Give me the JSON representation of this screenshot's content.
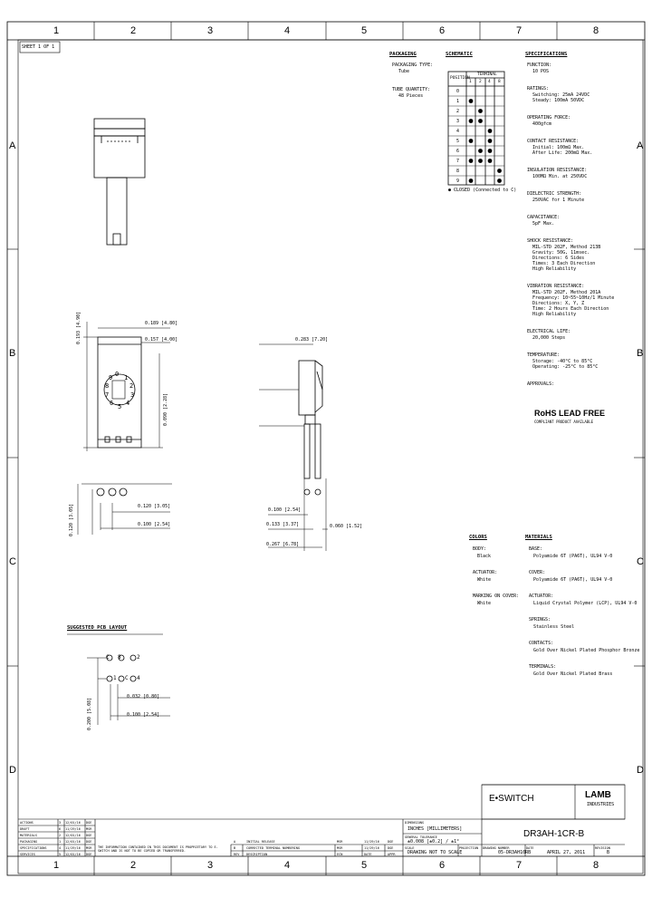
{
  "border": {
    "columns": [
      "1",
      "2",
      "3",
      "4",
      "5",
      "6",
      "7",
      "8"
    ],
    "rows": [
      "A",
      "B",
      "C",
      "D"
    ]
  },
  "sheet": "SHEET 1 OF 1",
  "packaging": {
    "heading": "PACKAGING",
    "type_label": "PACKAGING TYPE:",
    "type_value": "Tube",
    "qty_label": "TUBE QUANTITY:",
    "qty_value": "48 Pieces"
  },
  "schematic": {
    "heading": "SCHEMATIC",
    "position_label": "POSITION",
    "terminal_label": "TERMINAL",
    "terminals": [
      "1",
      "2",
      "4",
      "8"
    ],
    "rows": [
      {
        "pos": "0",
        "dots": [
          0,
          0,
          0,
          0
        ]
      },
      {
        "pos": "1",
        "dots": [
          1,
          0,
          0,
          0
        ]
      },
      {
        "pos": "2",
        "dots": [
          0,
          1,
          0,
          0
        ]
      },
      {
        "pos": "3",
        "dots": [
          1,
          1,
          0,
          0
        ]
      },
      {
        "pos": "4",
        "dots": [
          0,
          0,
          1,
          0
        ]
      },
      {
        "pos": "5",
        "dots": [
          1,
          0,
          1,
          0
        ]
      },
      {
        "pos": "6",
        "dots": [
          0,
          1,
          1,
          0
        ]
      },
      {
        "pos": "7",
        "dots": [
          1,
          1,
          1,
          0
        ]
      },
      {
        "pos": "8",
        "dots": [
          0,
          0,
          0,
          1
        ]
      },
      {
        "pos": "9",
        "dots": [
          1,
          0,
          0,
          1
        ]
      }
    ],
    "note": "● CLOSED (Connected to C)"
  },
  "specifications": {
    "heading": "SPECIFICATIONS",
    "items": [
      {
        "label": "FUNCTION:",
        "lines": [
          "10 POS"
        ]
      },
      {
        "label": "RATINGS:",
        "lines": [
          "Switching: 25mA 24VDC",
          "Steady: 100mA 50VDC"
        ]
      },
      {
        "label": "OPERATING FORCE:",
        "lines": [
          "400gfcm"
        ]
      },
      {
        "label": "CONTACT RESISTANCE:",
        "lines": [
          "Initial: 100mΩ Max.",
          "After Life: 200mΩ Max."
        ]
      },
      {
        "label": "INSULATION RESISTANCE:",
        "lines": [
          "100MΩ Min. at 250VDC"
        ]
      },
      {
        "label": "DIELECTRIC STRENGTH:",
        "lines": [
          "250VAC for 1 Minute"
        ]
      },
      {
        "label": "CAPACITANCE:",
        "lines": [
          "5pF Max."
        ]
      },
      {
        "label": "SHOCK RESISTANCE:",
        "lines": [
          "MIL-STD 202F, Method 213B",
          "Gravity: 50G, 11msec.",
          "Directions: 6 Sides",
          "Times: 3 Each Direction",
          "High Reliability"
        ]
      },
      {
        "label": "VIBRATION RESISTANCE:",
        "lines": [
          "MIL-STD 202F, Method 201A",
          "Frequency: 10~55~10Hz/1 Minute",
          "Directions: X, Y, Z",
          "Time: 2 Hours Each Direction",
          "High Reliability"
        ]
      },
      {
        "label": "ELECTRICAL LIFE:",
        "lines": [
          "20,000 Steps"
        ]
      },
      {
        "label": "TEMPERATURE:",
        "lines": [
          "Storage: -40°C to 85°C",
          "Operating: -25°C to 85°C"
        ]
      },
      {
        "label": "APPROVALS:",
        "lines": []
      }
    ],
    "rohs": "RoHS",
    "leadfree": "LEAD FREE",
    "compliant": "COMPLIANT   PRODUCT AVAILABLE"
  },
  "dimensions": {
    "top_w1": "0.189 [4.80]",
    "top_w2": "0.157 [4.00]",
    "left_h": "0.193 [4.90]",
    "right_dim": "0.090 [2.28]",
    "side_top": "0.283 [7.20]",
    "side_1": "0.100 [2.54]",
    "side_2": "0.133 [3.37]",
    "side_3": "0.267 [6.78]",
    "side_4": "0.060 [1.52]",
    "pin_1": "0.100 [2.54]",
    "pin_2": "0.120 [3.05]",
    "pin_left": "0.120 [3.05]",
    "layout_1": "0.032 [0.80]",
    "layout_2": "0.100 [2.54]",
    "layout_left": "0.200 [5.08]",
    "dial_nums": [
      "0",
      "1",
      "2",
      "3",
      "4",
      "5",
      "6",
      "7",
      "8",
      "9"
    ]
  },
  "layout": {
    "heading": "SUGGESTED PCB LAYOUT",
    "pins_top": [
      "C",
      "8",
      "2"
    ],
    "pins_bottom": [
      "1",
      "C",
      "4"
    ]
  },
  "colors": {
    "heading": "COLORS",
    "items": [
      {
        "label": "BODY:",
        "value": "Black"
      },
      {
        "label": "ACTUATOR:",
        "value": "White"
      },
      {
        "label": "MARKING ON COVER:",
        "value": "White"
      }
    ]
  },
  "materials": {
    "heading": "MATERIALS",
    "items": [
      {
        "label": "BASE:",
        "value": "Polyamide 6T (PA6T), UL94 V-0"
      },
      {
        "label": "COVER:",
        "value": "Polyamide 6T (PA6T), UL94 V-0"
      },
      {
        "label": "ACTUATOR:",
        "value": "Liquid Crystal Polymer (LCP), UL94 V-0"
      },
      {
        "label": "SPRINGS:",
        "value": "Stainless Steel"
      },
      {
        "label": "CONTACTS:",
        "value": "Gold Over Nickel Plated Phosphor Bronze"
      },
      {
        "label": "TERMINALS:",
        "value": "Gold Over Nickel Plated Brass"
      }
    ]
  },
  "title_block": {
    "brand": "E•SWITCH",
    "lamb1": "LAMB",
    "lamb2": "INDUSTRIES",
    "part": "DR3AH-1CR-B",
    "unit_label": "DIMENSIONS",
    "units": "INCHES [MILLIMETERS]",
    "tol_label": "GENERAL TOLERANCE",
    "tolerance": "±0.008 [±0.2] / ±1°",
    "scale_label": "SCALE",
    "scale": "DRAWING NOT TO SCALE",
    "proj_label": "PROJECTION",
    "drw_label": "DRAWING NUMBER",
    "drawing_no": "05-DR3AH10RB",
    "date_label": "DATE",
    "date": "APRIL 27, 2011",
    "rev_label": "REVISION",
    "rev": "B",
    "copyright": "THE INFORMATION CONTAINED IN THIS DOCUMENT IS PROPRIETARY TO E-SWITCH AND IS NOT TO BE COPIED OR TRANSFERRED.",
    "rev_table": [
      {
        "rev": "B",
        "desc": "CORRECTED TERMINAL NUMBERING",
        "by": "MSR",
        "date": "11/29/16",
        "ck": "DGE"
      },
      {
        "rev": "A",
        "desc": "INITIAL RELEASE",
        "by": "MSR",
        "date": "11/29/16",
        "ck": "DGE"
      },
      {
        "rev": "REV",
        "desc": "DESCRIPTION",
        "by": "ECN",
        "date": "DATE",
        "ck": "APPR"
      }
    ],
    "approvals": [
      {
        "role": "ACTIONS",
        "n": "3",
        "d": "12/01/16",
        "by": "DGE"
      },
      {
        "role": "DRAFT",
        "n": "6",
        "d": "11/29/16",
        "by": "MSR"
      },
      {
        "role": "MATERIALS",
        "n": "2",
        "d": "12/01/16",
        "by": "DGE"
      },
      {
        "role": "PACKAGING",
        "n": "1",
        "d": "12/01/16",
        "by": "DGE"
      },
      {
        "role": "SPECIFICATIONS",
        "n": "4",
        "d": "11/29/16",
        "by": "MSR"
      },
      {
        "role": "SERVICES",
        "n": "5",
        "d": "12/01/16",
        "by": "DGE"
      }
    ]
  }
}
